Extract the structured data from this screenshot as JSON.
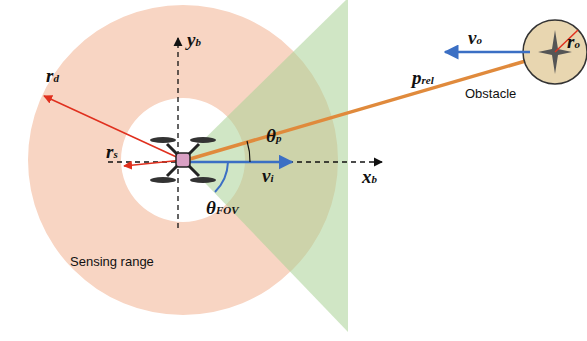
{
  "diagram": {
    "nodes": [
      {
        "text": [
          "Sensing range"
        ]
      },
      {
        "text": [
          "Obstacle"
        ]
      }
    ],
    "labels": [
      "yb",
      "xb",
      "rd",
      "rs",
      "vi",
      "prel",
      "θp",
      "θFOV",
      "vo",
      "ro"
    ]
  }
}
